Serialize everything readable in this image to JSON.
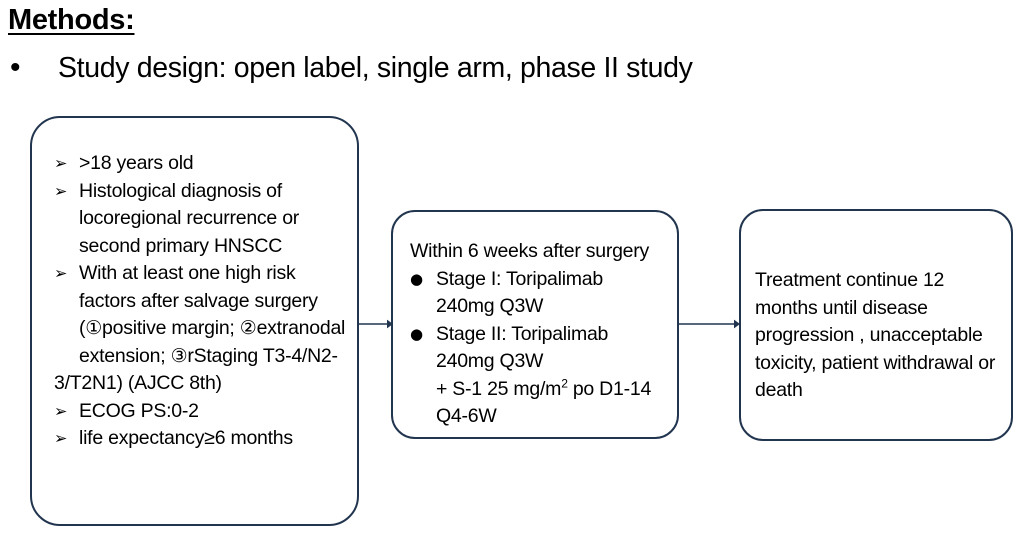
{
  "slide": {
    "heading": "Methods:",
    "bullet_marker": "•",
    "study_design": "Study design: open label, single arm, phase II study"
  },
  "theme": {
    "box_border_color": "#22354F",
    "text_color": "#000000",
    "background_color": "#FFFFFF",
    "arrow_color": "#22354F"
  },
  "flow": {
    "eligibility_box": {
      "marker": "➢",
      "items": [
        {
          "id": "age",
          "text": ">18 years old"
        },
        {
          "id": "histology",
          "text": "Histological  diagnosis of locoregional recurrence or second primary HNSCC"
        },
        {
          "id": "risk-factors",
          "text": "With at least one high risk factors after salvage surgery ("
        },
        {
          "id": "ecog",
          "text": "ECOG PS:0-2"
        },
        {
          "id": "life-expectancy",
          "text": "life expectancy≥6 months"
        }
      ],
      "risk_factor_details": {
        "circle_1": "①",
        "factor_1": "positive margin;",
        "circle_2": "②",
        "factor_2": "extranodal extension;",
        "circle_3": "③",
        "factor_3": "rStaging T3-4/N2-",
        "factor_3_cont": "3/T2N1)  (AJCC 8th)"
      }
    },
    "treatment_box": {
      "marker": "●",
      "heading": "Within 6 weeks after surgery",
      "items": [
        {
          "id": "stage-1",
          "line1": "Stage I: Toripalimab",
          "line2": "240mg Q3W"
        },
        {
          "id": "stage-2",
          "line1": "Stage II: Toripalimab",
          "line2": "240mg Q3W"
        }
      ],
      "s1_line_prefix": "+ S-1 25 mg/m",
      "s1_superscript": "2",
      "s1_line_suffix": " po D1-14",
      "s1_cycle": "Q4-6W"
    },
    "continuation_box": {
      "text": " Treatment continue 12 months until disease progression , unacceptable toxicity, patient withdrawal or death"
    },
    "connectors": [
      {
        "id": "arrow-eligibility-to-treatment"
      },
      {
        "id": "arrow-treatment-to-continuation"
      }
    ]
  }
}
